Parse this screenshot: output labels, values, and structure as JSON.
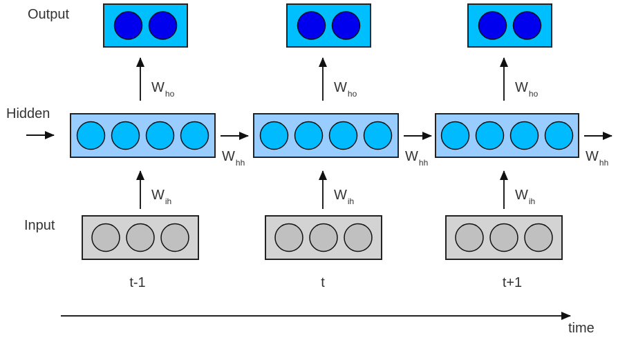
{
  "diagram": {
    "title": "Recurrent neural network unrolled through time",
    "row_labels": {
      "output": "Output",
      "hidden": "Hidden",
      "input": "Input"
    },
    "time_axis_label": "time",
    "colors": {
      "output_box": "#00bfff",
      "output_node": "#0000ee",
      "hidden_box": "#99ccff",
      "hidden_node": "#00bbff",
      "input_box": "#d3d3d3",
      "input_node": "#c0c0c0",
      "stroke": "#222222",
      "text": "#333333"
    },
    "layer_sizes": {
      "output": 2,
      "hidden": 4,
      "input": 3
    },
    "timesteps": [
      {
        "label": "t-1",
        "w_ho": {
          "main": "W",
          "sub": "ho"
        },
        "w_ih": {
          "main": "W",
          "sub": "ih"
        },
        "w_hh": {
          "main": "W",
          "sub": "hh"
        }
      },
      {
        "label": "t",
        "w_ho": {
          "main": "W",
          "sub": "ho"
        },
        "w_ih": {
          "main": "W",
          "sub": "ih"
        },
        "w_hh": {
          "main": "W",
          "sub": "hh"
        }
      },
      {
        "label": "t+1",
        "w_ho": {
          "main": "W",
          "sub": "ho"
        },
        "w_ih": {
          "main": "W",
          "sub": "ih"
        },
        "w_hh": {
          "main": "W",
          "sub": "hh"
        }
      }
    ]
  }
}
